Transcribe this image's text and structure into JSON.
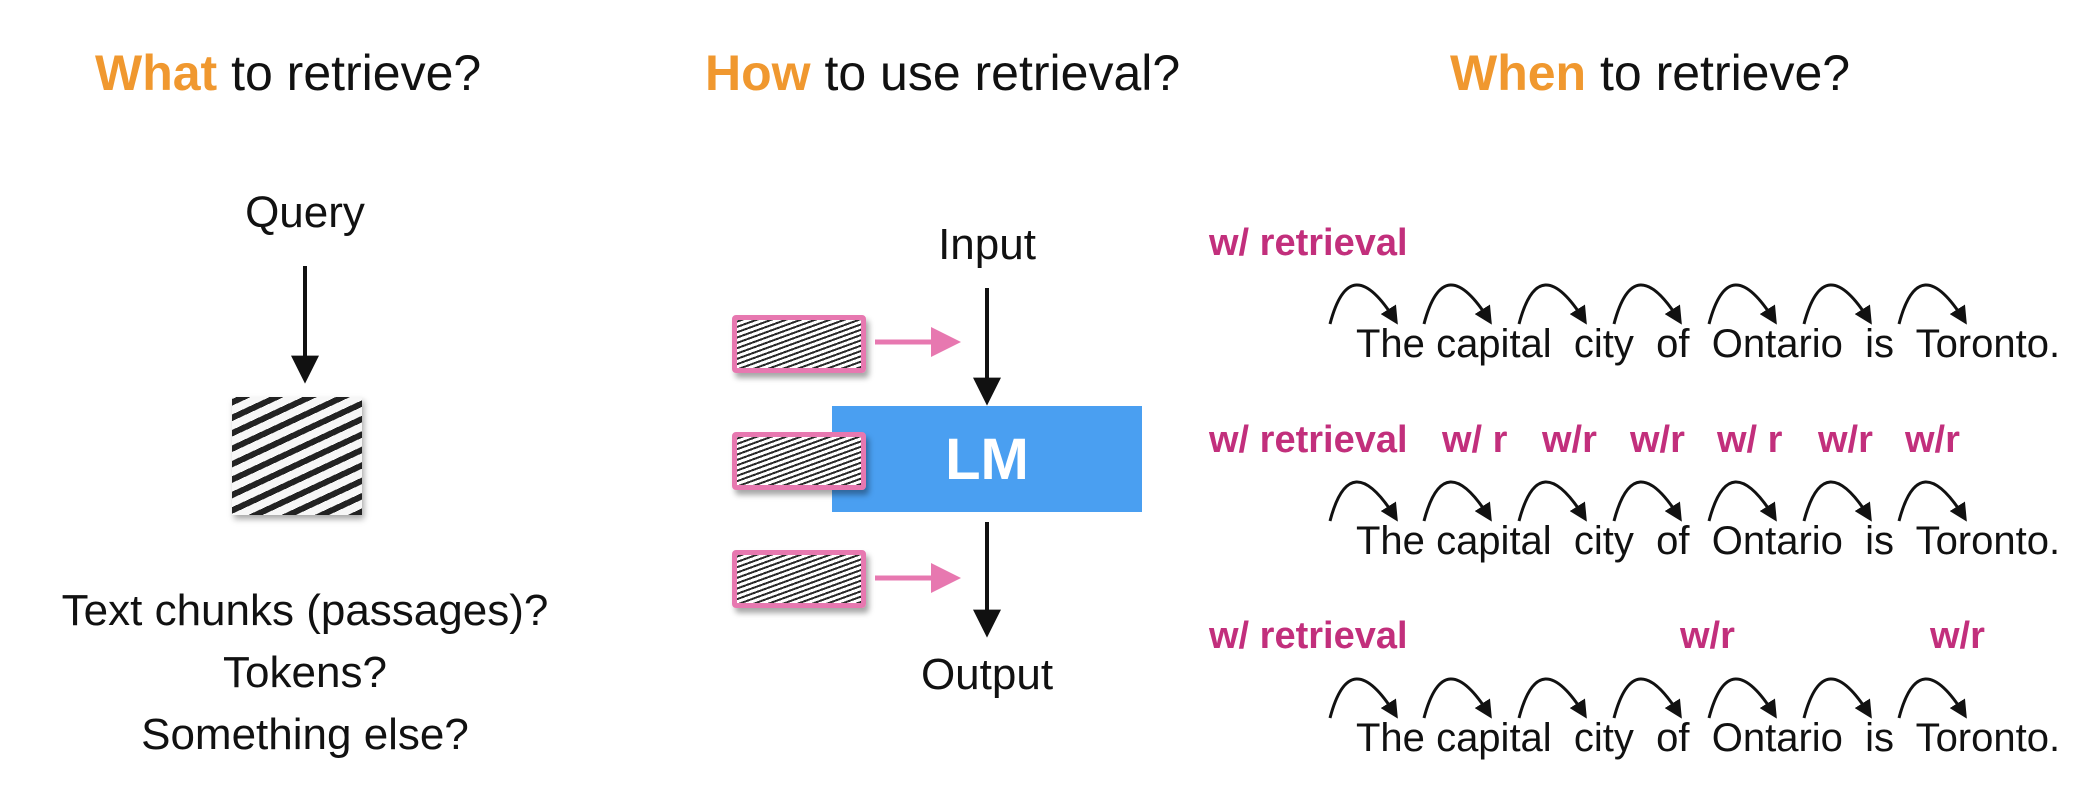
{
  "headings": {
    "what": {
      "keyword": "What",
      "rest": " to retrieve?"
    },
    "how": {
      "keyword": "How",
      "rest": " to use retrieval?"
    },
    "when": {
      "keyword": "When",
      "rest": " to retrieve?"
    }
  },
  "what_panel": {
    "query_label": "Query",
    "options": [
      "Text chunks (passages)?",
      "Tokens?",
      "Something else?"
    ]
  },
  "how_panel": {
    "input_label": "Input",
    "model_label": "LM",
    "output_label": "Output"
  },
  "when_panel": {
    "sentence_words": [
      "The",
      "capital",
      "city",
      "of",
      "Ontario",
      "is",
      "Toronto."
    ],
    "rows": [
      {
        "labels": [
          "w/ retrieval"
        ]
      },
      {
        "labels": [
          "w/ retrieval",
          "w/ r",
          "w/r",
          "w/r",
          "w/ r",
          "w/r",
          "w/r"
        ]
      },
      {
        "labels": [
          "w/ retrieval",
          "w/r",
          "w/r"
        ]
      }
    ]
  },
  "colors": {
    "keyword_orange": "#f0982f",
    "retrieval_magenta": "#c22f7c",
    "lm_blue": "#4a9ff1",
    "arrow_pink": "#e778b0"
  }
}
